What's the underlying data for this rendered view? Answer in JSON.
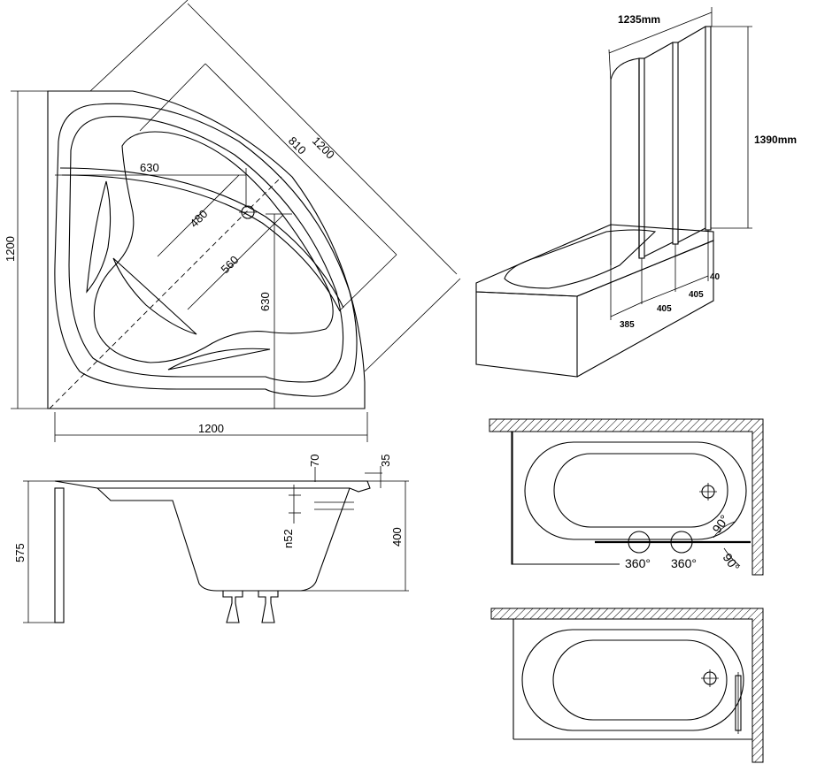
{
  "corner_tub_plan": {
    "top_diagonal": "1200",
    "diag_810": "810",
    "width_630": "630",
    "diag_480": "480",
    "diag_560": "560",
    "height_630": "630",
    "height_1200": "1200",
    "bottom_1200": "1200"
  },
  "tub_section": {
    "rim_70": "70",
    "rim_35": "35",
    "depth_400": "400",
    "total_575": "575",
    "overflow_n52": "n52"
  },
  "screen_elevation": {
    "width_label": "1235mm",
    "height_label": "1390mm",
    "panel_385": "385",
    "panel_405a": "405",
    "panel_405b": "405",
    "panel_40": "40"
  },
  "screen_plan_open": {
    "rot1": "360°",
    "rot2": "360°",
    "angle1": "90°",
    "angle2": "90°"
  }
}
